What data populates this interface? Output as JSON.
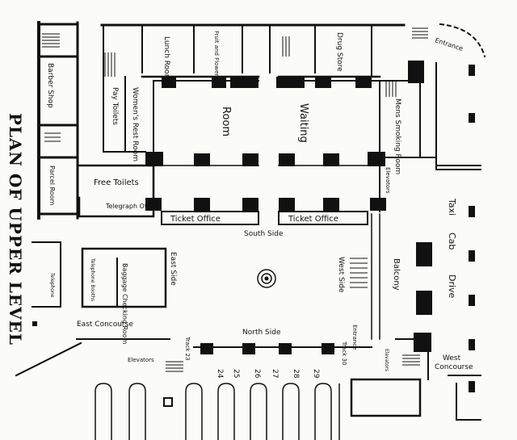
{
  "map_title": "PLAN OF UPPER LEVEL",
  "labels": {
    "barber_shop": "Barber Shop",
    "parcel_room": "Parcel Room",
    "pay_toilets": "Pay Toilets",
    "womens_rest_room": "Women's Rest Room",
    "lunch_room": "Lunch Room",
    "fruit_and_flowers": "Fruit and Flowers",
    "drug_store": "Drug Store",
    "entrance_top": "Entrance",
    "room": "Room",
    "waiting": "Waiting",
    "mens_smoking_room": "Mens Smoking Room",
    "elevators_right": "Elevators",
    "free_toilets": "Free Toilets",
    "telegraph_office": "Telegraph Office",
    "ticket_office_left": "Ticket Office",
    "ticket_office_right": "Ticket Office",
    "south_side": "South Side",
    "taxi": "Taxi",
    "cab": "Cab",
    "drive": "Drive",
    "telephone_booths": "Telephone Booths",
    "baggage_checking_room": "Baggage Checking Room",
    "east_side": "East Side",
    "telephone": "Telephone",
    "west_side": "West Side",
    "balcony": "Balcony",
    "east_concourse": "East Concourse",
    "north_side": "North Side",
    "entrance_lower": "Entrance",
    "elevators_lower_left": "Elevators",
    "elevators_lower_right": "Elevators",
    "west_concourse_1": "West",
    "west_concourse_2": "Concourse"
  },
  "tracks": {
    "track_23": "Track 23",
    "track_30": "Track 30",
    "numbers": [
      "24",
      "25",
      "26",
      "27",
      "28",
      "29"
    ]
  },
  "colors": {
    "ink": "#111111",
    "paper": "#fbfbf9"
  }
}
